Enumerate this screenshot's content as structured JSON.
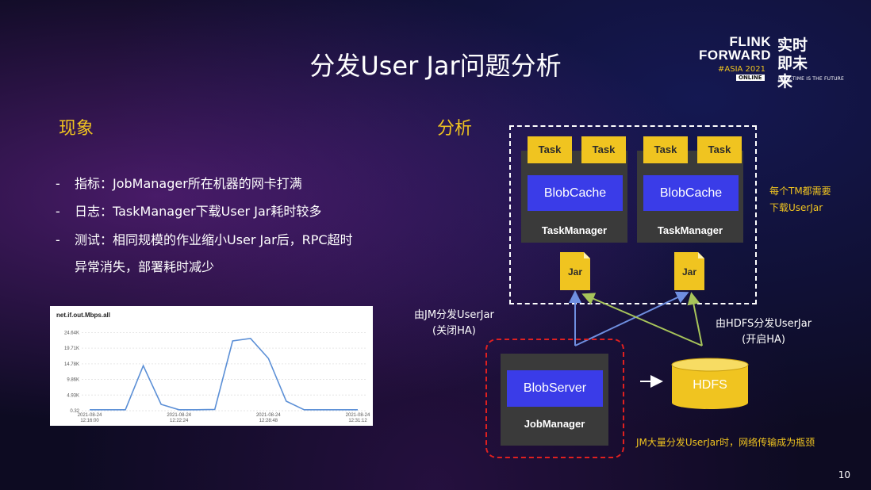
{
  "title": "分发User Jar问题分析",
  "logo": {
    "line1": "FLINK",
    "line2": "FORWARD",
    "sub": "#ASIA 2021",
    "online": "ONLINE",
    "cn": "实时即未来",
    "tagline": "REAL-TIME IS THE FUTURE"
  },
  "left": {
    "heading": "现象",
    "bullets": [
      {
        "dash": "-",
        "text": "指标：JobManager所在机器的网卡打满"
      },
      {
        "dash": "-",
        "text": "日志：TaskManager下载User Jar耗时较多"
      },
      {
        "dash": "-",
        "text": "测试：相同规模的作业缩小User Jar后，RPC超时"
      },
      {
        "dash": "",
        "text": "异常消失，部署耗时减少"
      }
    ]
  },
  "right": {
    "heading": "分析",
    "task_label": "Task",
    "blobcache_label": "BlobCache",
    "taskmanager_label": "TaskManager",
    "jar_label": "Jar",
    "note_tm": [
      "每个TM都需要",
      "下载UserJar"
    ],
    "jm_path": [
      "由JM分发UserJar",
      "(关闭HA)"
    ],
    "hdfs_path": [
      "由HDFS分发UserJar",
      "(开启HA)"
    ],
    "blobserver_label": "BlobServer",
    "jobmanager_label": "JobManager",
    "hdfs_label": "HDFS",
    "bottleneck": "JM大量分发UserJar时，网络传输成为瓶颈"
  },
  "colors": {
    "accent": "#f0c420",
    "blob": "#3a3ce8",
    "box": "#3a3a3a",
    "danger": "#e02020",
    "arrow_blue": "#6f8fe0",
    "arrow_green": "#a7c45a"
  },
  "chart_data": {
    "type": "line",
    "title": "net.if.out.Mbps.all",
    "y_tick_labels": [
      "0.32",
      "4.93K",
      "9.86K",
      "14.78K",
      "19.71K",
      "24.64K"
    ],
    "x_tick_labels": [
      [
        "2021-08-24",
        "12:16:00"
      ],
      [
        "2021-08-24",
        "12:22:24"
      ],
      [
        "2021-08-24",
        "12:28:48"
      ],
      [
        "2021-08-24",
        "12:31:12"
      ]
    ],
    "series": [
      {
        "values": [
          0.3,
          0.3,
          0.3,
          14.2,
          2.0,
          0.3,
          0.3,
          0.4,
          22.0,
          22.8,
          16.5,
          3.0,
          0.3,
          0.3,
          0.3,
          0.3
        ]
      }
    ],
    "ylim": [
      0,
      27
    ]
  },
  "page_number": "10"
}
